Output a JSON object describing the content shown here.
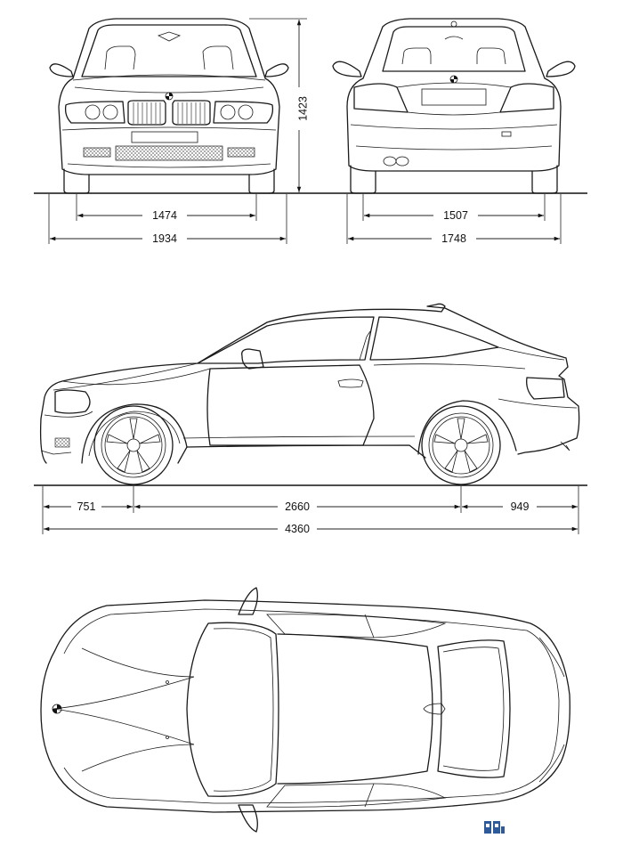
{
  "dimensions": {
    "front_track": "1474",
    "front_width": "1934",
    "height": "1423",
    "rear_track": "1507",
    "rear_width": "1748",
    "front_overhang": "751",
    "wheelbase": "2660",
    "rear_overhang": "949",
    "length": "4360"
  },
  "views": [
    "front-view",
    "rear-view",
    "side-view",
    "top-view"
  ],
  "colors": {
    "line": "#1a1a1a",
    "background": "#ffffff",
    "watermark": "#2f5a9a"
  },
  "watermark_icon": "publisher-logo-icon"
}
